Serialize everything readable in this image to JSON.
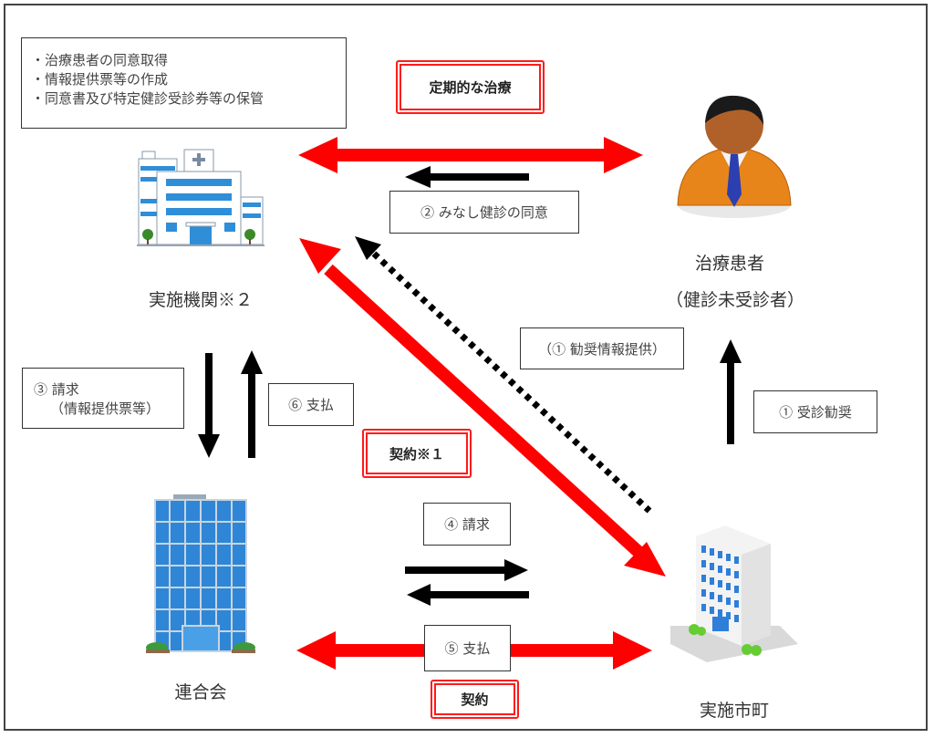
{
  "notes": {
    "items": [
      "治療患者の同意取得",
      "情報提供票等の作成",
      "同意書及び特定健診受診券等の保管"
    ]
  },
  "entities": {
    "institution": "実施機関※２",
    "patient_line1": "治療患者",
    "patient_line2": "（健診未受診者）",
    "federation": "連合会",
    "municipality": "実施市町"
  },
  "labels": {
    "regular_treatment": "定期的な治療",
    "consent": "②  みなし健診の同意",
    "info_provision": "（①  勧奨情報提供）",
    "encourage": "①  受診勧奨",
    "claim_line1": "③  請求",
    "claim_line2": "（情報提供票等）",
    "payment6": "⑥  支払",
    "contract1": "契約※１",
    "claim4": "④  請求",
    "payment5": "⑤  支払",
    "contract": "契約"
  },
  "colors": {
    "red_arrow": "#ff0000",
    "black_arrow": "#000000",
    "frame": "#444444"
  }
}
